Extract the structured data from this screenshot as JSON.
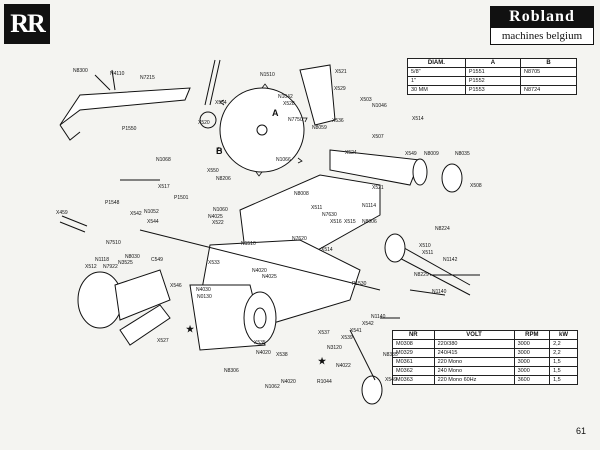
{
  "header": {
    "logo_mark": "RR",
    "brand_name": "Robland",
    "brand_sub": "machines belgium"
  },
  "diam_table": {
    "headers": [
      "DIAM.",
      "A",
      "B"
    ],
    "rows": [
      [
        "5/8\"",
        "P1551",
        "N8705"
      ],
      [
        "1\"",
        "P1552",
        ""
      ],
      [
        "30 MM",
        "P1553",
        "N8724"
      ]
    ]
  },
  "motor_table": {
    "headers": [
      "NR",
      "VOLT",
      "RPM",
      "kW"
    ],
    "rows": [
      [
        "M0308",
        "220/380",
        "3000",
        "2,2"
      ],
      [
        "M0329",
        "240/415",
        "3000",
        "2,2"
      ],
      [
        "M0361",
        "220 Mono",
        "3000",
        "1,5"
      ],
      [
        "M0362",
        "240 Mono",
        "3000",
        "1,5"
      ],
      [
        "M0363",
        "220 Mono 60Hz",
        "3600",
        "1,5"
      ]
    ]
  },
  "labels": {
    "A": "A",
    "B": "B",
    "star": "★",
    "n8300": "N8300",
    "n4110": "N4110",
    "n7215": "N7215",
    "p1550": "P1550",
    "x520": "X520",
    "x534": "X534",
    "n1510": "N1510",
    "x521": "X521",
    "x529": "X529",
    "n1042": "N1042",
    "x528": "X528",
    "n7750": "N7750",
    "n8059": "N8059",
    "x536": "X536",
    "x503": "X503",
    "n1046": "N1046",
    "x514": "X514",
    "x507": "X507",
    "n1068": "N1068",
    "x550": "X550",
    "n8206": "N8206",
    "x517": "X517",
    "p1501": "P1501",
    "x524": "X524",
    "n1066": "N1066",
    "x549": "X549",
    "n8009": "N8009",
    "n8035": "N8035",
    "x508": "X508",
    "n8008": "N8008",
    "x521b": "X521",
    "x459": "X459",
    "p1548": "P1548",
    "x542": "X542",
    "n1052": "N1052",
    "x544": "X544",
    "n1060": "N1060",
    "n4025": "N4025",
    "x522": "X522",
    "n7510": "N7510",
    "n8030": "N8030",
    "n3525": "N3525",
    "n1118": "N1118",
    "c549": "C549",
    "x512": "X512",
    "n7922": "N7922",
    "n1510b": "N1510",
    "n7620": "N7620",
    "x511": "X511",
    "n7630": "N7630",
    "x516": "X516",
    "x515": "X515",
    "n8006": "N8006",
    "n1114": "N1114",
    "n8224": "N8224",
    "x514b": "X514",
    "x510": "X510",
    "x511b": "X511",
    "n1142": "N1142",
    "n8229": "N8229",
    "n1140": "N1140",
    "p1530": "P1530",
    "x533": "X533",
    "x546": "X546",
    "n4030": "N4030",
    "n0130": "N0130",
    "n4020": "N4020",
    "n4025b": "N4025",
    "x527": "X527",
    "x537": "X537",
    "x541": "X541",
    "x542b": "X542",
    "n1140b": "N1140",
    "x539": "X539",
    "n3120": "N3120",
    "n4022": "N4022",
    "x535": "X535",
    "n4020b": "N4020",
    "x538": "X538",
    "n8306": "N8306",
    "n4020c": "N4020",
    "n1062": "N1062",
    "r1044": "R1044",
    "n8335": "N8335",
    "x549b": "X549"
  },
  "page_number": "61"
}
